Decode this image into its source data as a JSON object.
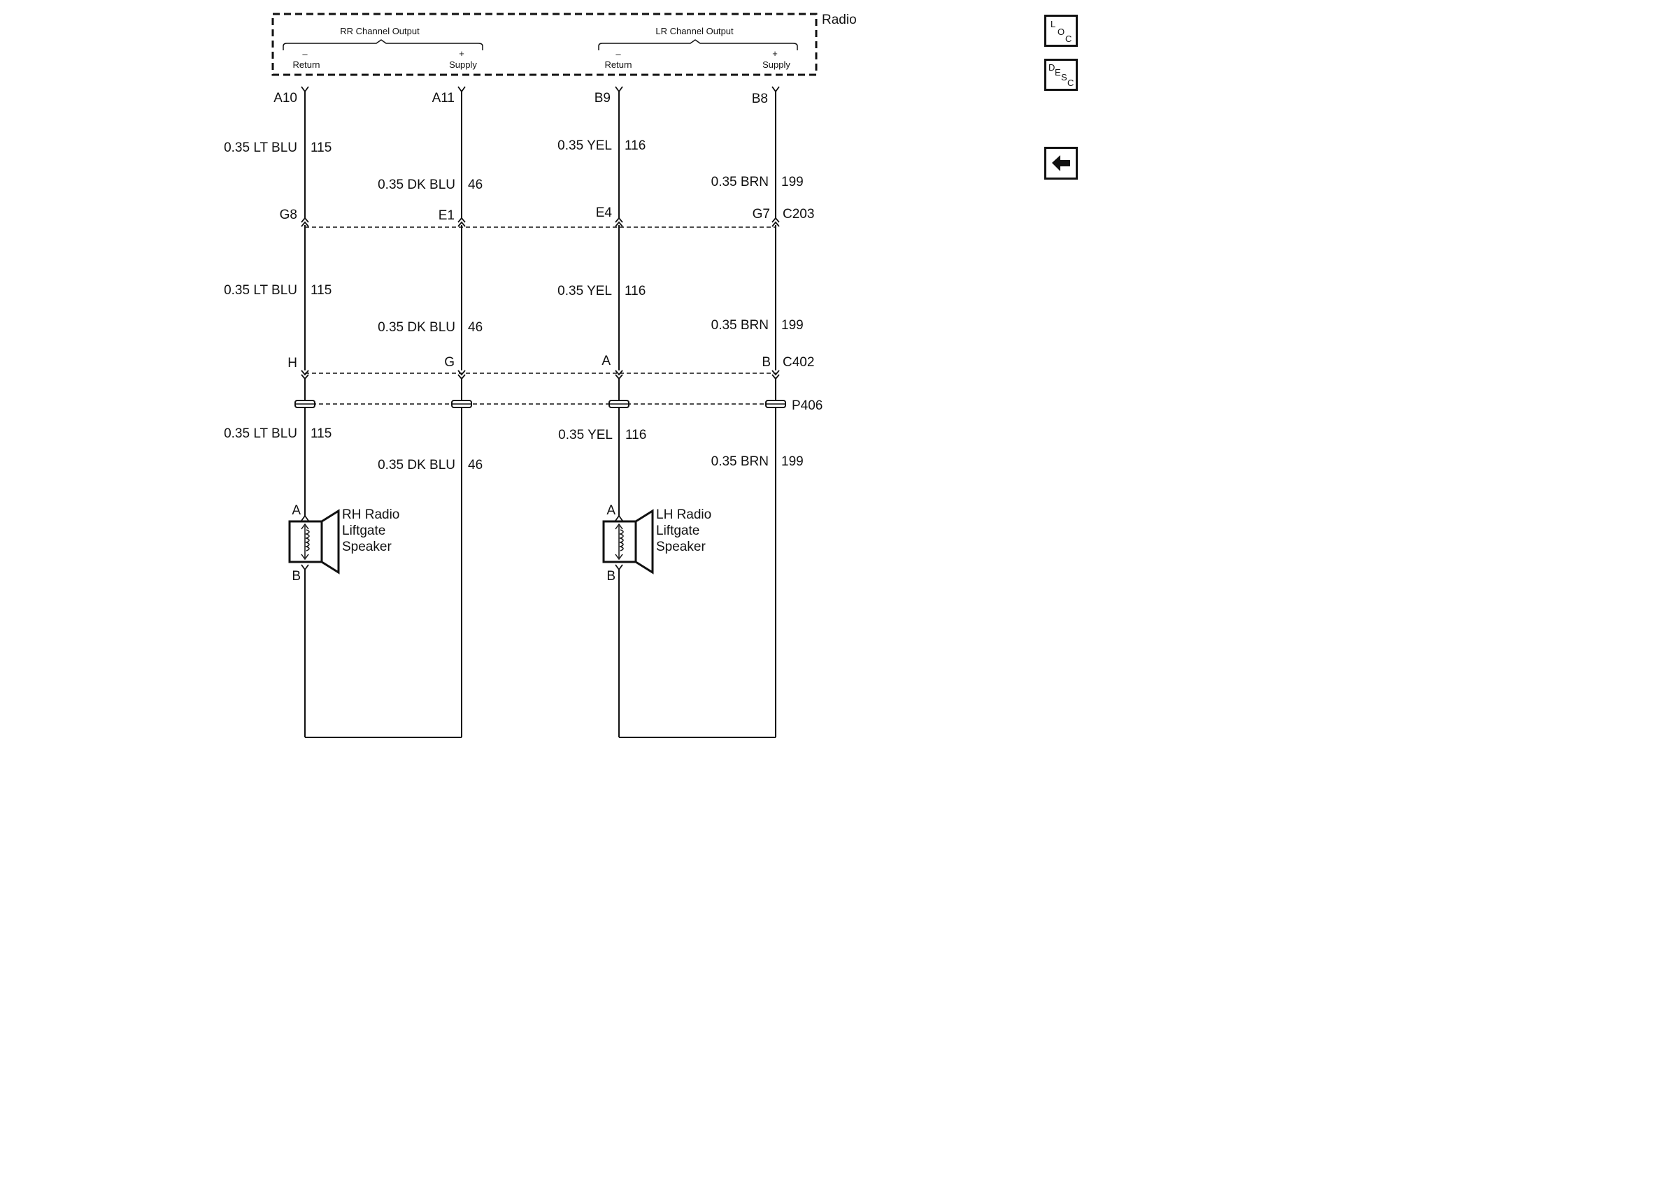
{
  "radio": {
    "name": "Radio",
    "rr_group": "RR Channel Output",
    "lr_group": "LR Channel Output",
    "minus": "–",
    "plus": "+",
    "return": "Return",
    "supply": "Supply"
  },
  "pins": {
    "radio": [
      "A10",
      "A11",
      "B9",
      "B8"
    ],
    "c203": [
      "G8",
      "E1",
      "E4",
      "G7"
    ],
    "c402": [
      "H",
      "G",
      "A",
      "B"
    ]
  },
  "connectors": {
    "c203": "C203",
    "c402": "C402",
    "p406": "P406"
  },
  "wires": [
    {
      "label": "0.35 LT BLU",
      "circuit": "115"
    },
    {
      "label": "0.35 DK BLU",
      "circuit": "46"
    },
    {
      "label": "0.35 YEL",
      "circuit": "116"
    },
    {
      "label": "0.35 BRN",
      "circuit": "199"
    }
  ],
  "speakers": [
    {
      "line1": "RH Radio",
      "line2": "Liftgate",
      "line3": "Speaker",
      "pin_a": "A",
      "pin_b": "B"
    },
    {
      "line1": "LH Radio",
      "line2": "Liftgate",
      "line3": "Speaker",
      "pin_a": "A",
      "pin_b": "B"
    }
  ],
  "nav": {
    "loc": {
      "l1": "L",
      "l2": "O",
      "l3": "C"
    },
    "desc": {
      "l1": "D",
      "l2": "E",
      "l3": "S",
      "l4": "C"
    },
    "back_icon": "arrow-left-icon"
  }
}
